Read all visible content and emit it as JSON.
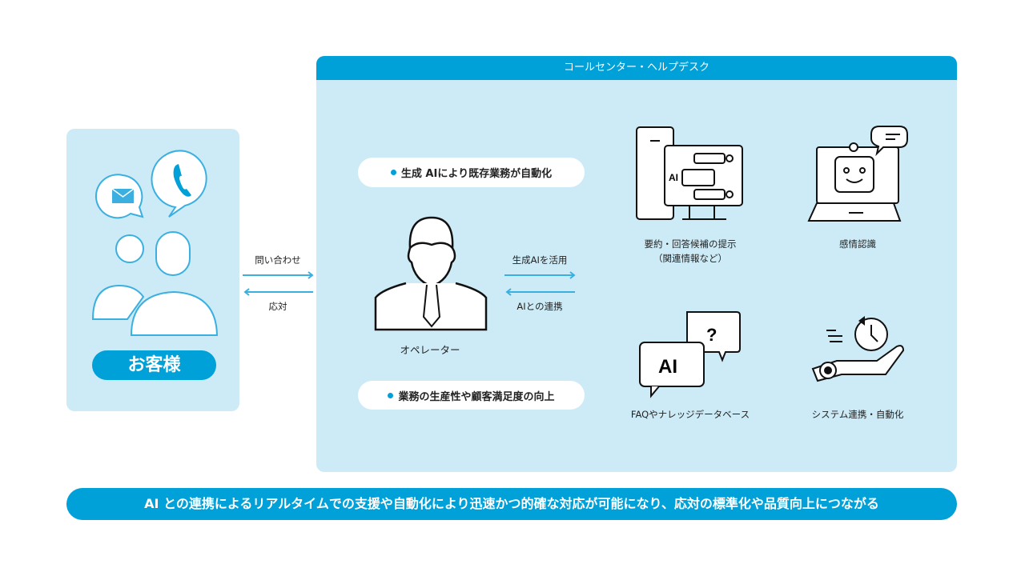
{
  "customer": {
    "label": "お客様"
  },
  "flows_left": {
    "inquiry": "問い合わせ",
    "response": "応対"
  },
  "call_center": {
    "title": "コールセンター・ヘルプデスク",
    "pill_top": "生成 AIにより既存業務が自動化",
    "pill_bottom": "業務の生産性や顧客満足度の向上",
    "operator": "オペレーター",
    "flows_right": {
      "use_ai": "生成AIを活用",
      "ai_link": "AIとの連携"
    },
    "features": [
      {
        "line1": "要約・回答候補の提示",
        "line2": "（関連情報など）"
      },
      {
        "line1": "感情認識"
      },
      {
        "line1": "FAQやナレッジデータベース"
      },
      {
        "line1": "システム連携・自動化"
      }
    ]
  },
  "banner": "AI との連携によるリアルタイムでの支援や自動化により迅速かつ的確な対応が可能になり、応対の標準化や品質向上につながる",
  "colors": {
    "accent": "#00a0d8",
    "panel": "#cdebf6"
  }
}
